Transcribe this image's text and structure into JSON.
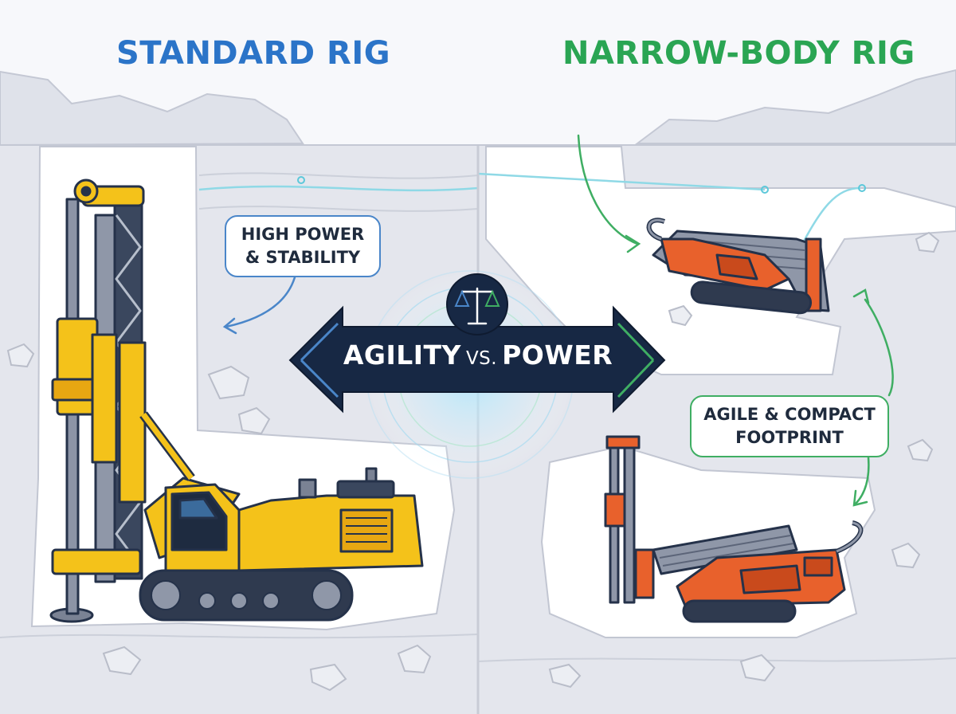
{
  "panels": {
    "left": {
      "title": "STANDARD RIG",
      "callout": [
        "HIGH POWER",
        "& STABILITY"
      ]
    },
    "right": {
      "title": "NARROW-BODY RIG",
      "callout": [
        "AGILE & COMPACT",
        "FOOTPRINT"
      ]
    }
  },
  "banner": {
    "left_word": "AGILITY",
    "vs": "VS.",
    "right_word": "POWER"
  },
  "icons": {
    "balance": "scale-balance-icon"
  },
  "colors": {
    "left_accent": "#2b74c8",
    "right_accent": "#2aa553",
    "standard_rig": "#f4c21a",
    "narrow_rig": "#e8612c",
    "banner": "#172844"
  }
}
